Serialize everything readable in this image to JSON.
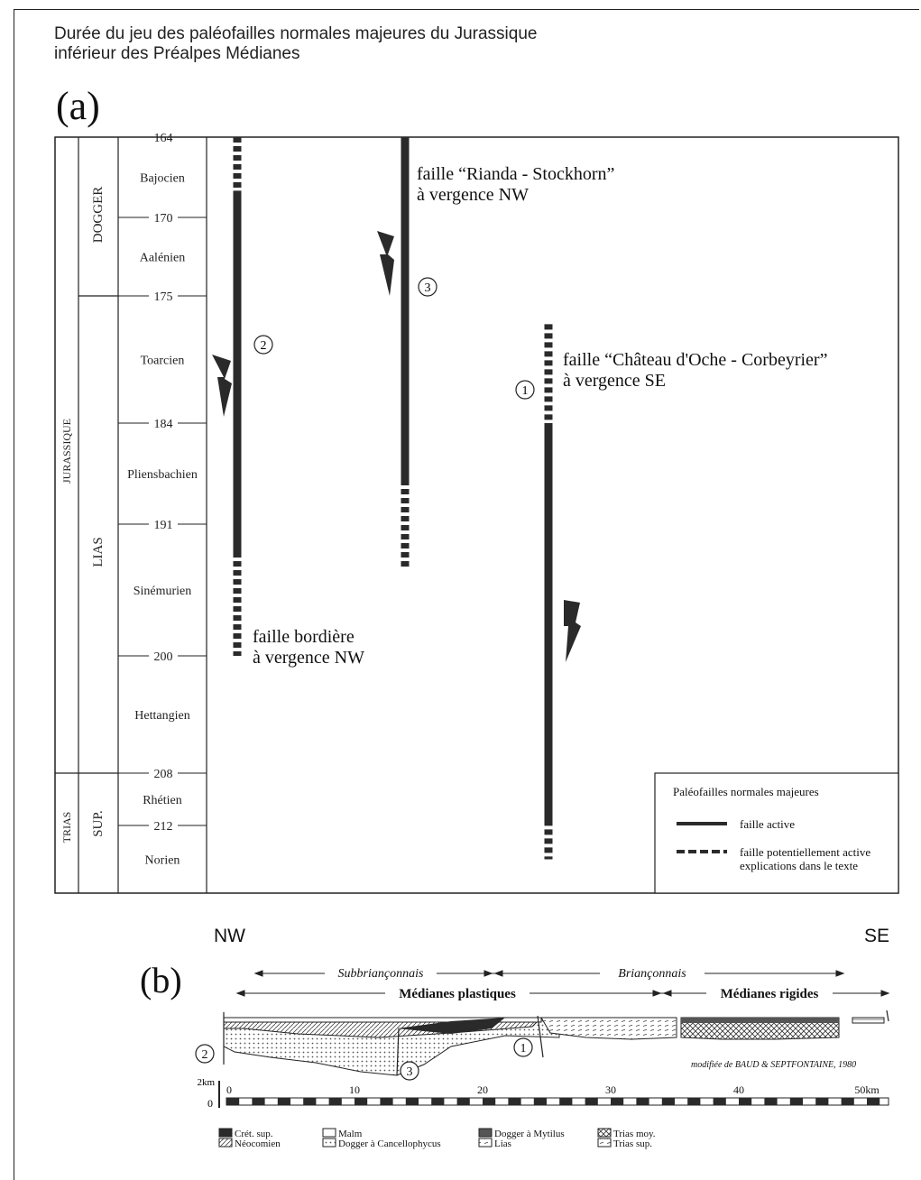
{
  "title": {
    "line1": "Durée du jeu des paléofailles normales majeures du Jurassique",
    "line2": "inférieur des Préalpes Médianes"
  },
  "panel_a": {
    "label": "(a)",
    "systems": [
      {
        "id": "jurassique",
        "label": "JURASSIQUE"
      },
      {
        "id": "trias",
        "label": "TRIAS"
      }
    ],
    "series": [
      {
        "id": "dogger",
        "label": "DOGGER"
      },
      {
        "id": "lias",
        "label": "LIAS"
      },
      {
        "id": "sup",
        "label": "SUP."
      }
    ],
    "stages": [
      {
        "id": "bajocien",
        "label": "Bajocien"
      },
      {
        "id": "aalenien",
        "label": "Aalénien"
      },
      {
        "id": "toarcien",
        "label": "Toarcien"
      },
      {
        "id": "pliensbachien",
        "label": "Pliensbachien"
      },
      {
        "id": "sinemurien",
        "label": "Sinémurien"
      },
      {
        "id": "hettangien",
        "label": "Hettangien"
      },
      {
        "id": "rhetien",
        "label": "Rhétien"
      },
      {
        "id": "norien",
        "label": "Norien"
      }
    ],
    "ages_ma": [
      "164",
      "170",
      "175",
      "184",
      "191",
      "200",
      "208",
      "212"
    ],
    "faults": [
      {
        "number": "1",
        "line1": "faille “Château d'Oche - Corbeyrier”",
        "line2": "à vergence SE",
        "active_from_ma": 184,
        "active_to_ma": 212,
        "possible_from_ma": 177,
        "possible_to_ma": 214
      },
      {
        "number": "2",
        "line1": "faille bordière",
        "line2": "à vergence NW",
        "active_from_ma": 168,
        "active_to_ma": 193,
        "possible_from_ma": 164,
        "possible_to_ma": 200
      },
      {
        "number": "3",
        "line1": "faille “Rianda - Stockhorn”",
        "line2": "à vergence NW",
        "active_from_ma": 164,
        "active_to_ma": 188,
        "possible_from_ma": 164,
        "possible_to_ma": 194
      }
    ],
    "legend": {
      "title": "Paléofailles normales majeures",
      "active": "faille active",
      "potential_line1": "faille potentiellement active",
      "potential_line2": "explications dans le texte"
    }
  },
  "panel_b": {
    "label": "(b)",
    "nw": "NW",
    "se": "SE",
    "domains": [
      "Subbriançonnais",
      "Briançonnais"
    ],
    "units": [
      "Médianes plastiques",
      "Médianes rigides"
    ],
    "source": "modifiée de BAUD & SEPTFONTAINE, 1980",
    "vertical_scale": [
      "2km",
      "0"
    ],
    "km_ticks": [
      "0",
      "10",
      "20",
      "30",
      "40",
      "50km"
    ],
    "fault_numbers": [
      "2",
      "3",
      "1"
    ],
    "legend": [
      {
        "id": "cret",
        "label": "Crét. sup."
      },
      {
        "id": "neocomien",
        "label": "Néocomien"
      },
      {
        "id": "malm",
        "label": "Malm"
      },
      {
        "id": "cancellophycus",
        "label": "Dogger à Cancellophycus"
      },
      {
        "id": "mytilus",
        "label": "Dogger à Mytilus"
      },
      {
        "id": "lias",
        "label": "Lias"
      },
      {
        "id": "trias-moy",
        "label": "Trias moy."
      },
      {
        "id": "trias-sup",
        "label": "Trias sup."
      }
    ]
  }
}
